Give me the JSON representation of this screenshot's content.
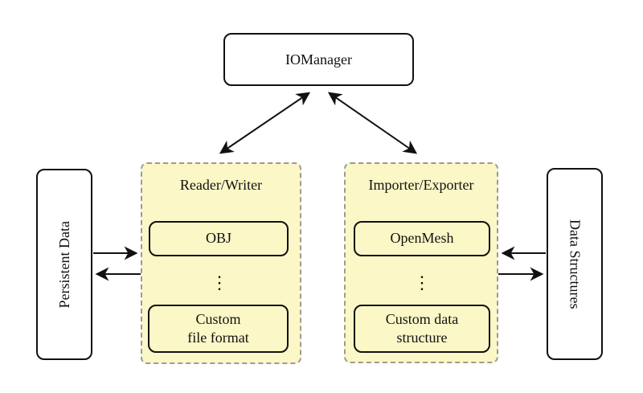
{
  "colors": {
    "canvas_bg": "#ffffff",
    "container_fill": "#fbf7c6",
    "node_fill": "#ffffff",
    "stroke": "#111111",
    "dashed_border": "#9a9a9a"
  },
  "nodes": {
    "iomanager": {
      "label": "IOManager"
    },
    "persistent_data": {
      "label": "Persistent Data"
    },
    "data_structures": {
      "label": "Data Structures"
    }
  },
  "groups": {
    "reader_writer": {
      "label": "Reader/Writer",
      "top_item": "OBJ",
      "dots": "⋮",
      "bottom_item": "Custom\nfile format"
    },
    "importer_exporter": {
      "label": "Importer/Exporter",
      "top_item": "OpenMesh",
      "dots": "⋮",
      "bottom_item": "Custom data\nstructure"
    }
  },
  "edges": [
    {
      "from": "IOManager",
      "to": "Reader/Writer",
      "bidirectional": true
    },
    {
      "from": "IOManager",
      "to": "Importer/Exporter",
      "bidirectional": true
    },
    {
      "from": "Persistent Data",
      "to": "Reader/Writer",
      "bidirectional": false
    },
    {
      "from": "Reader/Writer",
      "to": "Persistent Data",
      "bidirectional": false
    },
    {
      "from": "Data Structures",
      "to": "Importer/Exporter",
      "bidirectional": false
    },
    {
      "from": "Importer/Exporter",
      "to": "Data Structures",
      "bidirectional": false
    }
  ]
}
